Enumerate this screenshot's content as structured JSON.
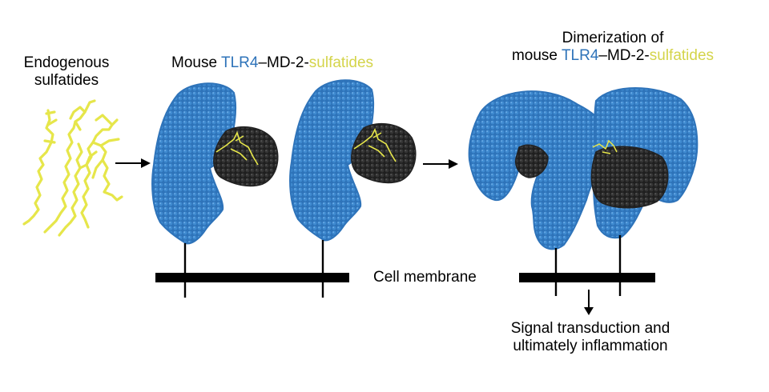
{
  "labels": {
    "endogenous_line1": "Endogenous",
    "endogenous_line2": "sulfatides",
    "monomer_prefix": "Mouse ",
    "monomer_tlr4": "TLR4",
    "monomer_mid": "–MD-2-",
    "monomer_sulfatides": "sulfatides",
    "dimer_line1": "Dimerization of",
    "dimer_prefix": "mouse ",
    "dimer_tlr4": "TLR4",
    "dimer_mid": "–MD-2-",
    "dimer_sulfatides": "sulfatides",
    "membrane": "Cell membrane",
    "outcome_line1": "Signal transduction and",
    "outcome_line2": "ultimately inflammation"
  },
  "colors": {
    "tlr4": "#2e73b9",
    "md2": "#2b2b2b",
    "sulfatides": "#e6e64a",
    "membrane": "#000000"
  }
}
